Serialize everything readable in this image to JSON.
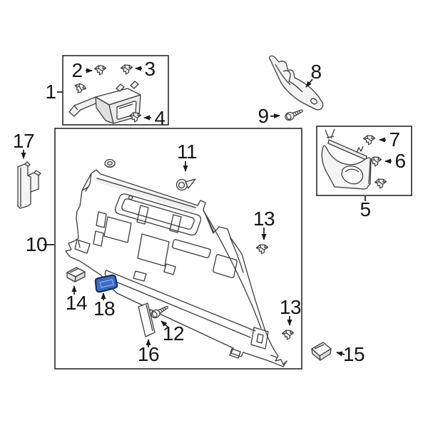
{
  "diagram": {
    "type": "exploded-parts-diagram",
    "background_color": "#ffffff",
    "line_color": "#3c3c3c",
    "box_border_color": "#2a2a2a",
    "label_color": "#161616",
    "highlight": {
      "callout": "18",
      "fill_color": "#3e6bc4",
      "stroke_color": "#16306e",
      "inner_line_color": "#8fb0e8"
    },
    "icons": {
      "retainer-clip-icon": "small 3d trim clip glyph",
      "screw-icon": "pan head screw glyph",
      "push-pin-icon": "push pin rivet glyph",
      "grommet-icon": "ring grommet glyph"
    },
    "callouts": [
      {
        "id": "1",
        "label": "1"
      },
      {
        "id": "2",
        "label": "2"
      },
      {
        "id": "3",
        "label": "3"
      },
      {
        "id": "4",
        "label": "4"
      },
      {
        "id": "5",
        "label": "5"
      },
      {
        "id": "6",
        "label": "6"
      },
      {
        "id": "7",
        "label": "7"
      },
      {
        "id": "8",
        "label": "8"
      },
      {
        "id": "9",
        "label": "9"
      },
      {
        "id": "10",
        "label": "10"
      },
      {
        "id": "11",
        "label": "11"
      },
      {
        "id": "12",
        "label": "12"
      },
      {
        "id": "13-upper",
        "label": "13"
      },
      {
        "id": "13-lower",
        "label": "13"
      },
      {
        "id": "14",
        "label": "14"
      },
      {
        "id": "15",
        "label": "15"
      },
      {
        "id": "16",
        "label": "16"
      },
      {
        "id": "17",
        "label": "17"
      },
      {
        "id": "18",
        "label": "18"
      }
    ]
  }
}
